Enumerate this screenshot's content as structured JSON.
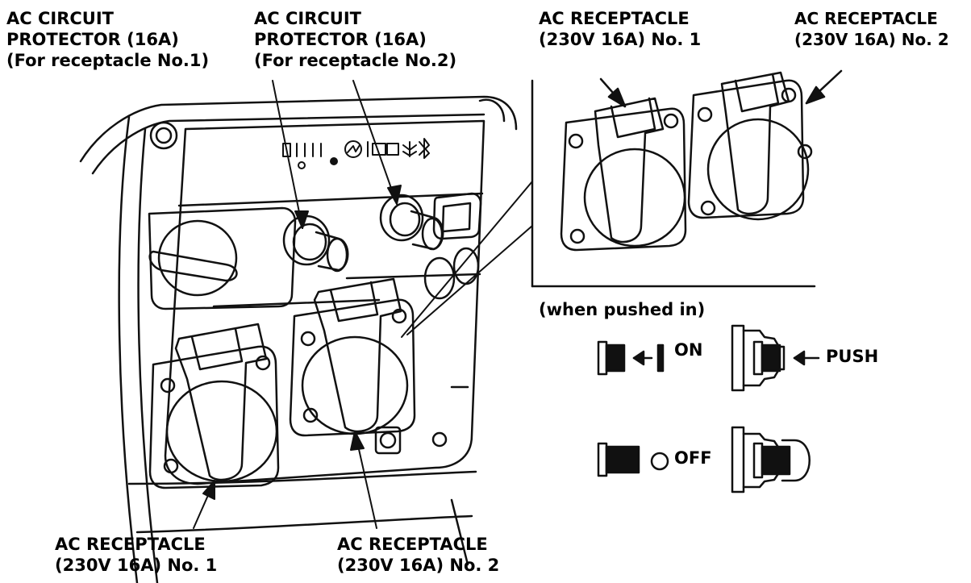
{
  "labels": {
    "protector1": [
      "AC CIRCUIT",
      "PROTECTOR (16A)",
      "(For receptacle No.1)"
    ],
    "protector2": [
      "AC CIRCUIT",
      "PROTECTOR (16A)",
      "(For receptacle No.2)"
    ],
    "receptacle1_top": [
      "AC RECEPTACLE",
      "(230V 16A) No. 1"
    ],
    "receptacle2_top": [
      "AC RECEPTACLE",
      "(230V 16A) No. 2"
    ],
    "receptacle1_bottom": [
      "AC RECEPTACLE",
      "(230V 16A) No. 1"
    ],
    "receptacle2_bottom": [
      "AC RECEPTACLE",
      "(230V 16A) No. 2"
    ]
  },
  "legend": {
    "caption": "(when pushed in)",
    "on": "ON",
    "off": "OFF",
    "push": "PUSH"
  }
}
